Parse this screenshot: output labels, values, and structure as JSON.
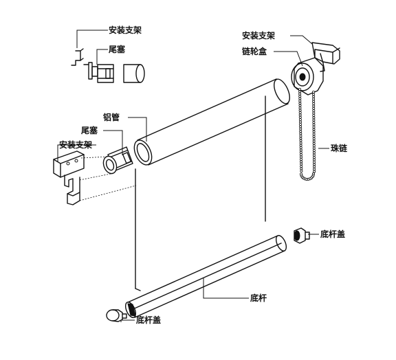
{
  "labels": {
    "top_bracket": "安装支架",
    "top_end_plug": "尾塞",
    "right_bracket": "安装支架",
    "chain_box": "链轮盒",
    "aluminum_tube": "铝管",
    "left_end_plug": "尾塞",
    "left_bracket": "安装支架",
    "bead_chain": "珠链",
    "bottom_cap_right": "底杆盖",
    "bottom_bar": "底杆",
    "bottom_cap_left": "底杆盖"
  }
}
